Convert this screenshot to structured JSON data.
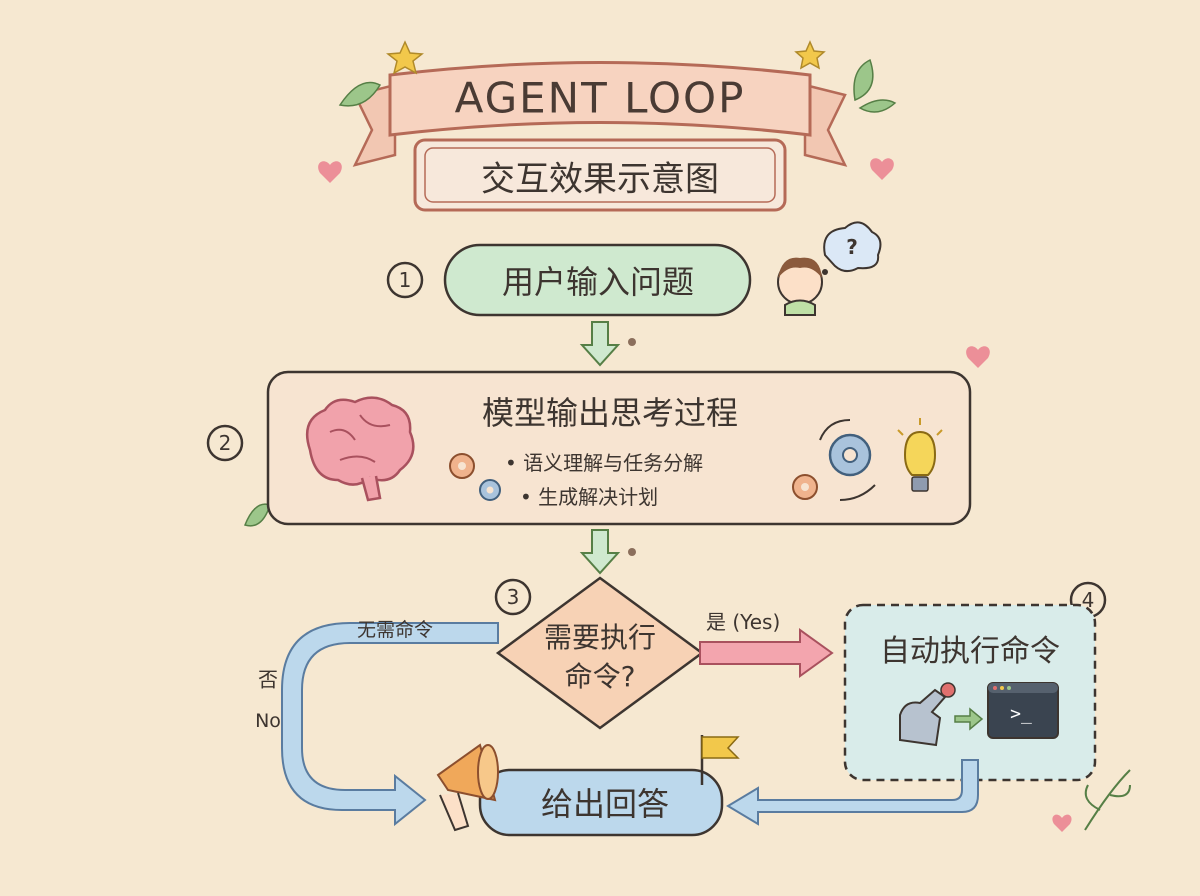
{
  "title": {
    "banner": "AGENT LOOP",
    "subtitle": "交互效果示意图"
  },
  "steps": {
    "s1": {
      "number": "1",
      "label": "用户输入问题"
    },
    "s2": {
      "number": "2",
      "label": "模型输出思考过程",
      "bullets": [
        "语义理解与任务分解",
        "生成解决计划"
      ]
    },
    "s3": {
      "number": "3",
      "line1": "需要执行",
      "line2": "命令?"
    },
    "s4": {
      "number": "4",
      "label": "自动执行命令"
    },
    "s5": {
      "label": "给出回答"
    }
  },
  "edges": {
    "yes": "是 (Yes)",
    "no_top": "无需命令",
    "no_side_char": "否",
    "no_side_en": "No"
  },
  "icons": {
    "thinking_bubble": "?",
    "terminal_prompt": ">_"
  },
  "colors": {
    "background": "#f6e8d1",
    "green": "#cfe9cf",
    "peach": "#f7d2b5",
    "pink": "#f3a5ae",
    "blue": "#bcd8ec",
    "teal": "#d9ecea"
  }
}
